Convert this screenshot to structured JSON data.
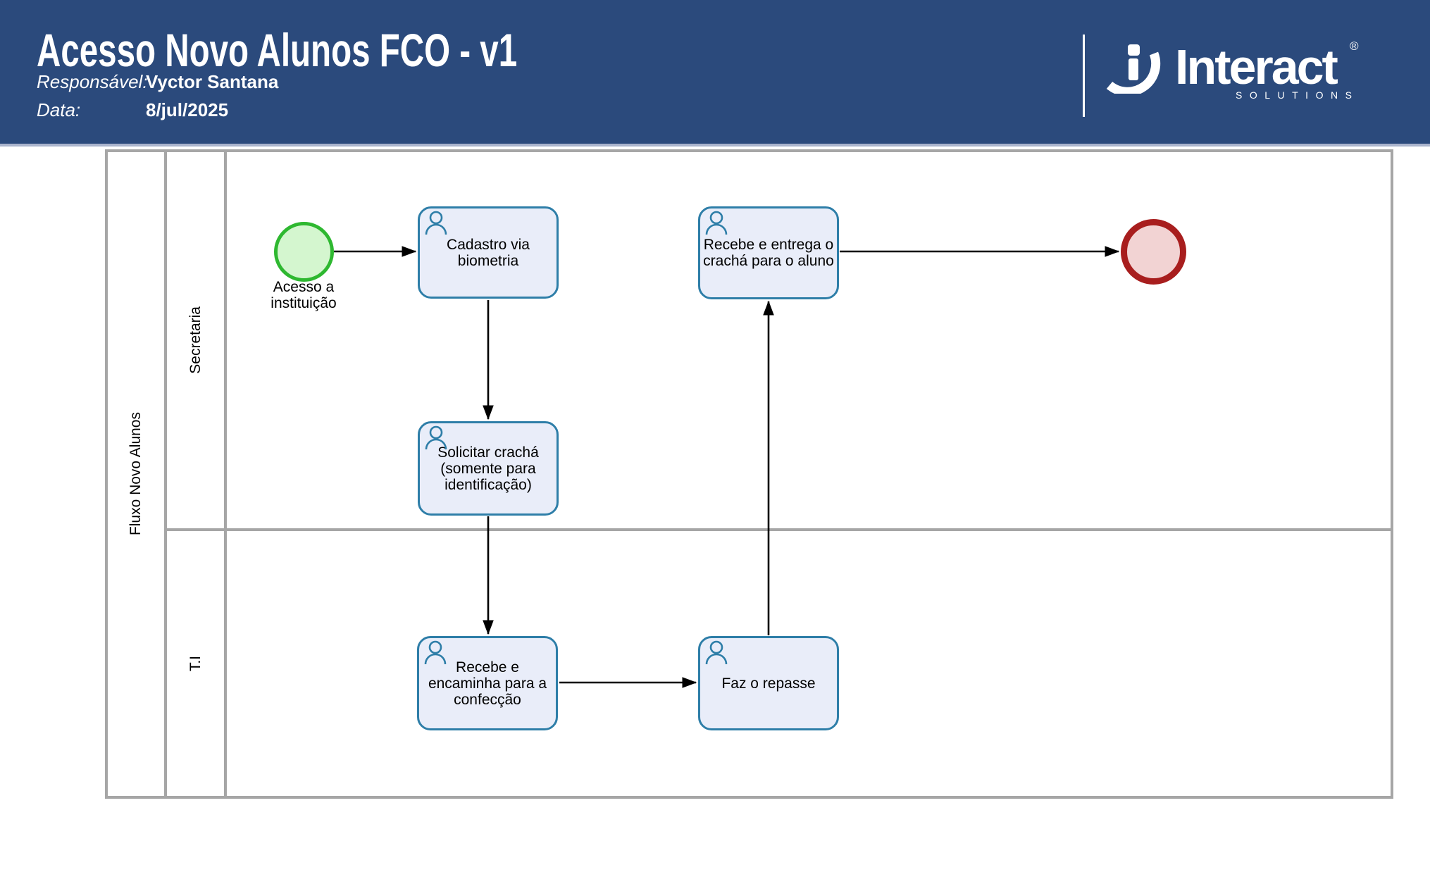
{
  "header": {
    "title": "Acesso Novo Alunos FCO - v1",
    "responsible_label": "Responsável:",
    "responsible_value": "Vyctor Santana",
    "date_label": "Data:",
    "date_value": "8/jul/2025",
    "bg_color": "#2b4a7c"
  },
  "logo": {
    "brand": "Interact",
    "registered": "®",
    "subtitle": "SOLUTIONS"
  },
  "pool": {
    "label": "Fluxo Novo Alunos",
    "lanes": [
      {
        "label": "Secretaria"
      },
      {
        "label": "T.I"
      }
    ]
  },
  "diagram": {
    "start_event": {
      "label": [
        "Acesso a",
        "instituição"
      ],
      "fill": "#d4f6cf",
      "stroke": "#2eb830"
    },
    "end_event": {
      "fill": "#f2d3d3",
      "stroke": "#a81e1e"
    },
    "tasks": [
      {
        "id": "task-cadastro",
        "lane": "Secretaria",
        "label": [
          "Cadastro via",
          "biometria"
        ]
      },
      {
        "id": "task-recebe-entrega",
        "lane": "Secretaria",
        "label": [
          "Recebe e entrega o",
          "crachá para o aluno"
        ]
      },
      {
        "id": "task-solicitar",
        "lane": "Secretaria",
        "label": [
          "Solicitar crachá",
          "(somente para",
          "identificação)"
        ]
      },
      {
        "id": "task-encaminha",
        "lane": "T.I",
        "label": [
          "Recebe e",
          "encaminha para a",
          "confecção"
        ]
      },
      {
        "id": "task-repasse",
        "lane": "T.I",
        "label": [
          "Faz o repasse"
        ]
      }
    ],
    "task_style": {
      "fill": "#e9edf9",
      "stroke": "#2e7ea8"
    },
    "lane_border_color": "#a6a6a6",
    "flow_color": "#000000"
  }
}
